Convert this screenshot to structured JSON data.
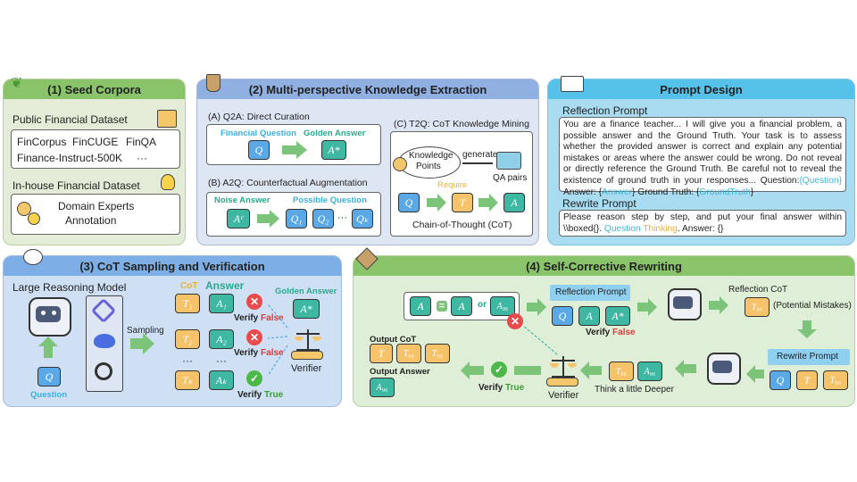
{
  "seed": {
    "title": "(1) Seed Corpora",
    "public_title": "Public Financial Dataset",
    "public_items": [
      "FinCorpus",
      "FinCUGE",
      "FinQA",
      "Finance-Instruct-500K",
      "···"
    ],
    "inhouse_title": "In-house Financial Dataset",
    "inhouse_line1": "Domain Experts",
    "inhouse_line2": "Annotation"
  },
  "extract": {
    "title": "(2) Multi-perspective Knowledge Extraction",
    "q2a_label": "(A) Q2A: Direct Curation",
    "q2a_fq": "Financial Question",
    "q2a_ga": "Golden Answer",
    "a2q_label": "(B) A2Q: Counterfactual Augmentation",
    "a2q_noise": "Noise Answer",
    "a2q_possible": "Possible Question",
    "t2q_label": "(C) T2Q: CoT Knowledge Mining",
    "t2q_kp1": "Knowledge",
    "t2q_kp2": "Points",
    "t2q_generate": "generate",
    "t2q_require": "Require",
    "t2q_qa": "QA pairs",
    "t2q_cot": "Chain-of-Thought (CoT)"
  },
  "prompt": {
    "title": "Prompt Design",
    "reflection_title": "Reflection Prompt",
    "reflection_text": "You are a finance teacher...  I will give you a financial problem, a possible answer and the Ground Truth. Your task is to assess whether the provided answer is correct and explain any potential mistakes or areas where the answer could be wrong. Do not reveal or directly reference the Ground Truth. Be careful not to reveal the existence of ground truth in your responses... Question:",
    "reflection_q": "{Question}",
    "reflection_ans_label": " Answer: {",
    "reflection_ans": "Answer",
    "reflection_gt_label": "} Ground Truth: {",
    "reflection_gt": "GroundTruth",
    "reflection_end": "}",
    "rewrite_title": "Rewrite Prompt",
    "rewrite_text": "Please reason step by step, and put your final answer within \\\\boxed{}. ",
    "rewrite_q": "Question",
    "rewrite_thinking": "Thinking",
    "rewrite_end": ". Answer: {}"
  },
  "cot": {
    "title": "(3) CoT Sampling and Verification",
    "lrm": "Large Reasoning Model",
    "question": "Question",
    "sampling": "Sampling",
    "cot_header": "CoT",
    "answer_header": "Answer",
    "golden": "Golden Answer",
    "verify": "Verify",
    "false": "False",
    "true": "True",
    "verifier": "Verifier",
    "dots": "···"
  },
  "rewrite": {
    "title": "(4) Self-Corrective Rewriting",
    "or": "or",
    "reflection_prompt": "Reflection Prompt",
    "verify": "Verify",
    "false": "False",
    "true": "True",
    "reflection_cot": "Reflection CoT",
    "potential": "(Potential Mistakes)",
    "rewrite_prompt": "Rewrite Prompt",
    "think_deeper": "Think a little Deeper",
    "verifier": "Verifier",
    "output_cot": "Output CoT",
    "output_answer": "Output Answer"
  },
  "colors": {
    "seed_bg": "#e3ecd7",
    "seed_title": "#8ac46a",
    "extract_bg": "#dfe6f3",
    "extract_title": "#8fb0e0",
    "prompt_bg": "#a9dcf0",
    "prompt_title": "#56c2ea",
    "cot_bg": "#cfe0f4",
    "cot_title": "#7eaee6",
    "rw_bg": "#dfeed7",
    "rw_title": "#8ac46a",
    "teal": "#3fb8a3",
    "blue": "#5aa9e6",
    "orange": "#f7c36a"
  }
}
